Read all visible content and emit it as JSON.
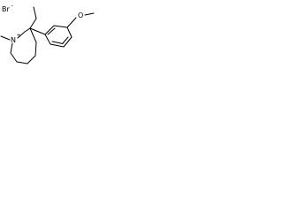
{
  "molecule": {
    "counterion": {
      "symbol": "Br",
      "charge": "-"
    },
    "ring_nitrogen": {
      "symbol": "N",
      "charge": "+"
    },
    "methoxy_oxygen": {
      "symbol": "O"
    }
  }
}
